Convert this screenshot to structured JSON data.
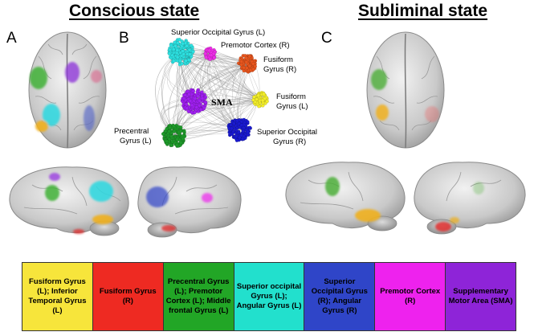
{
  "headings": {
    "conscious": "Conscious state",
    "subliminal": "Subliminal state"
  },
  "panels": {
    "a": "A",
    "b": "B",
    "c": "C"
  },
  "network": {
    "center_label": "SMA",
    "nodes": [
      {
        "id": "sog_l",
        "label_lines": [
          "Superior Occipital Gyrus (L)"
        ],
        "color": "#2de0e0"
      },
      {
        "id": "pmc_r",
        "label_lines": [
          "Premotor Cortex (R)"
        ],
        "color": "#ee2ee8"
      },
      {
        "id": "fg_r",
        "label_lines": [
          "Fusiform",
          "Gyrus (R)"
        ],
        "color": "#e8561e"
      },
      {
        "id": "fg_l",
        "label_lines": [
          "Fusiform",
          "Gyrus (L)"
        ],
        "color": "#f3ee2a"
      },
      {
        "id": "sma",
        "label_lines": [],
        "color": "#a020f0"
      },
      {
        "id": "pcg_l",
        "label_lines": [
          "Precentral",
          "Gyrus (L)"
        ],
        "color": "#1e9a2a"
      },
      {
        "id": "sog_r",
        "label_lines": [
          "Superior Occipital",
          "Gyrus (R)"
        ],
        "color": "#1a1ad0"
      }
    ]
  },
  "legend": [
    {
      "label": "Fusiform Gyrus (L); Inferior Temporal Gyrus (L)",
      "color": "#f7e53b"
    },
    {
      "label": "Fusiform Gyrus (R)",
      "color": "#ee2a22"
    },
    {
      "label": "Precentral Gyrus (L); Premotor Cortex (L); Middle frontal Gyrus (L)",
      "color": "#22a626"
    },
    {
      "label": "Superior occipital Gyrus (L); Angular Gyrus (L)",
      "color": "#22e0cd"
    },
    {
      "label": "Superior Occipital Gyrus (R); Angular Gyrus (R)",
      "color": "#2f45c8"
    },
    {
      "label": "Premotor Cortex (R)",
      "color": "#ee22ee"
    },
    {
      "label": "Supplementary Motor Area (SMA)",
      "color": "#8e24d8"
    }
  ]
}
